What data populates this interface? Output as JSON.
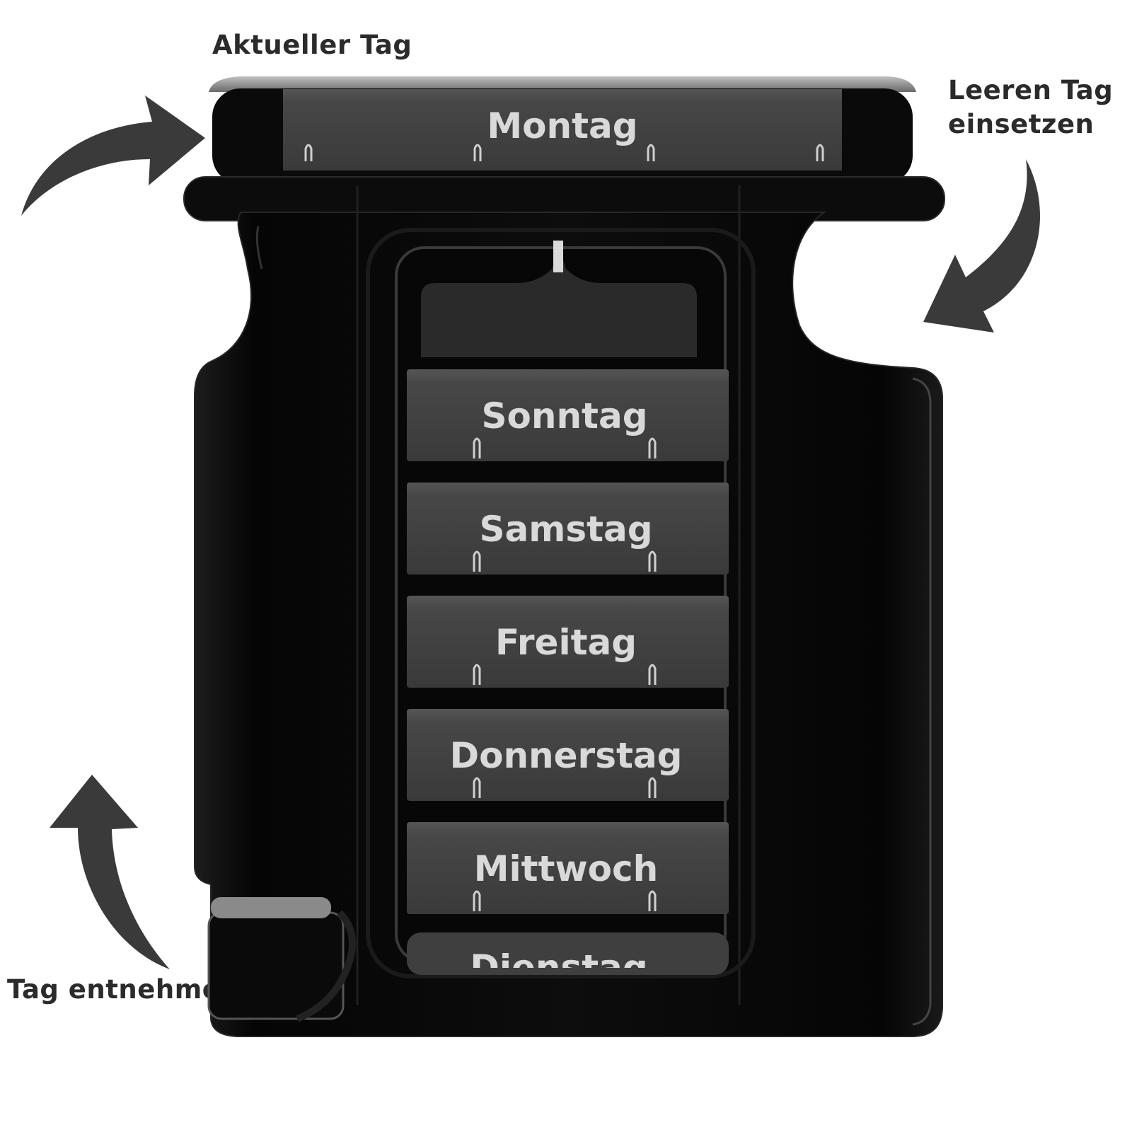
{
  "callouts": {
    "current_day": "Aktueller Tag",
    "insert_empty_line1": "Leeren Tag",
    "insert_empty_line2": "einsetzen",
    "take_day": "Tag entnehmen"
  },
  "dispenser": {
    "top_drawer_label": "Montag",
    "stacked_drawers": [
      "Sonntag",
      "Samstag",
      "Freitag",
      "Donnerstag",
      "Mittwoch"
    ],
    "partial_drawer_label": "Dienstag"
  },
  "colors": {
    "body": "#0b0b0b",
    "drawer": "#464646",
    "label": "#d9d9d9",
    "arrow": "#3a3a3a"
  }
}
